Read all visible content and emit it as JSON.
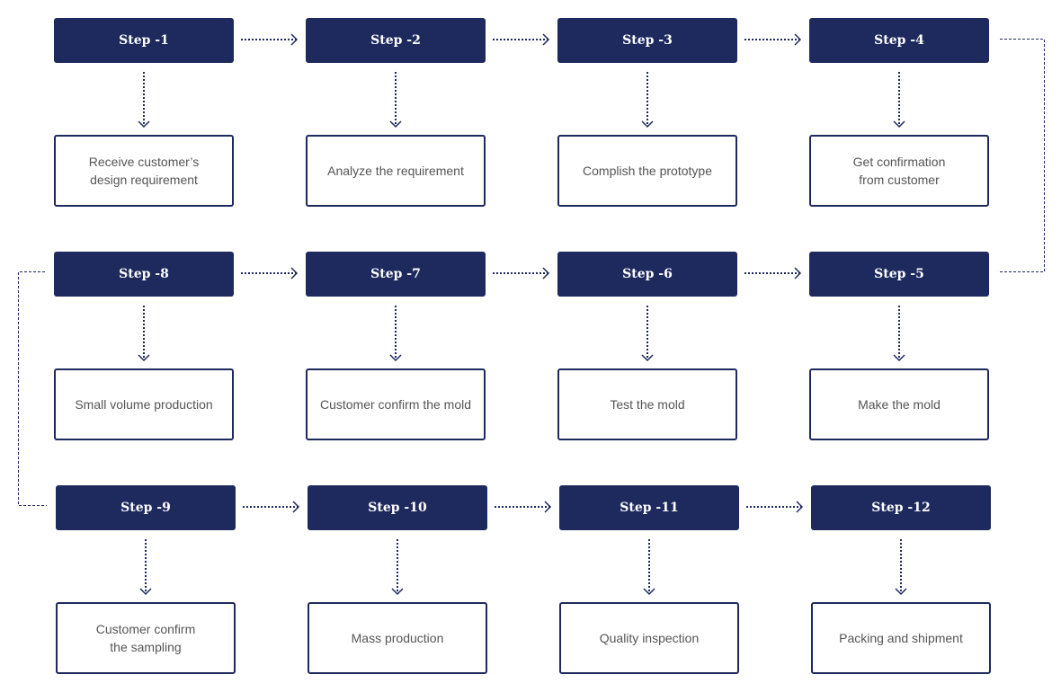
{
  "colors": {
    "primary": "#1e2a5e",
    "text": "#555555"
  },
  "steps": [
    {
      "label": "Step -1",
      "desc": "Receive customer’s\ndesign requirement"
    },
    {
      "label": "Step -2",
      "desc": "Analyze the requirement"
    },
    {
      "label": "Step -3",
      "desc": "Complish the prototype"
    },
    {
      "label": "Step -4",
      "desc": "Get confirmation\nfrom customer"
    },
    {
      "label": "Step -5",
      "desc": "Make the mold"
    },
    {
      "label": "Step -6",
      "desc": "Test the mold"
    },
    {
      "label": "Step -7",
      "desc": "Customer confirm the mold"
    },
    {
      "label": "Step -8",
      "desc": "Small volume production"
    },
    {
      "label": "Step -9",
      "desc": "Customer confirm\nthe sampling"
    },
    {
      "label": "Step -10",
      "desc": "Mass production"
    },
    {
      "label": "Step -11",
      "desc": "Quality inspection"
    },
    {
      "label": "Step -12",
      "desc": "Packing and shipment"
    }
  ]
}
